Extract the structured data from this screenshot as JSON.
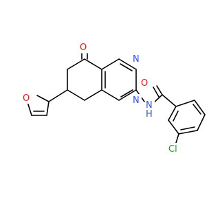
{
  "molecule": {
    "atoms": {
      "ketone_o": {
        "text": "O",
        "color": "#ff0d0d"
      },
      "ring_n_top": {
        "text": "N",
        "color": "#3050f8"
      },
      "ring_n_bottom": {
        "text": "N",
        "color": "#3050f8"
      },
      "amide_n": {
        "text": "N",
        "color": "#3050f8"
      },
      "amide_h": {
        "text": "H",
        "color": "#3050f8"
      },
      "amide_o": {
        "text": "O",
        "color": "#ff0d0d"
      },
      "furan_o": {
        "text": "O",
        "color": "#ff0d0d"
      },
      "chlorine": {
        "text": "Cl",
        "color": "#1fa01f"
      }
    }
  }
}
